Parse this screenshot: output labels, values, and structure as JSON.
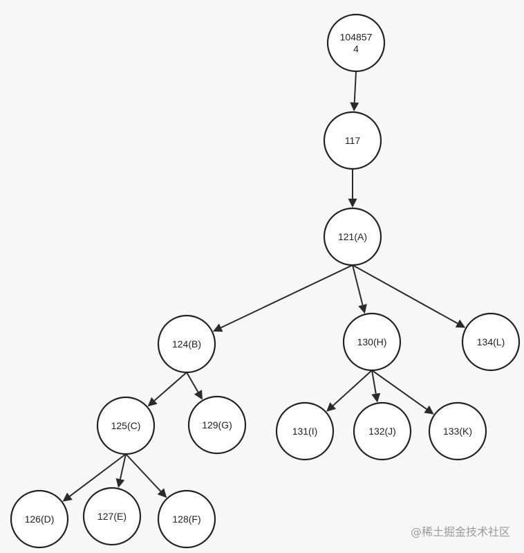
{
  "diagram": {
    "type": "tree",
    "nodes": [
      {
        "id": "root",
        "lines": [
          "104857",
          "4"
        ]
      },
      {
        "id": "n117",
        "lines": [
          "117"
        ]
      },
      {
        "id": "A",
        "lines": [
          "121(A)"
        ]
      },
      {
        "id": "B",
        "lines": [
          "124(B)"
        ]
      },
      {
        "id": "H",
        "lines": [
          "130(H)"
        ]
      },
      {
        "id": "L",
        "lines": [
          "134(L)"
        ]
      },
      {
        "id": "C",
        "lines": [
          "125(C)"
        ]
      },
      {
        "id": "G",
        "lines": [
          "129(G)"
        ]
      },
      {
        "id": "I",
        "lines": [
          "131(I)"
        ]
      },
      {
        "id": "J",
        "lines": [
          "132(J)"
        ]
      },
      {
        "id": "K",
        "lines": [
          "133(K)"
        ]
      },
      {
        "id": "D",
        "lines": [
          "126(D)"
        ]
      },
      {
        "id": "E",
        "lines": [
          "127(E)"
        ]
      },
      {
        "id": "F",
        "lines": [
          "128(F)"
        ]
      }
    ],
    "edges": [
      {
        "from": "root",
        "to": "n117"
      },
      {
        "from": "n117",
        "to": "A"
      },
      {
        "from": "A",
        "to": "B"
      },
      {
        "from": "A",
        "to": "H"
      },
      {
        "from": "A",
        "to": "L"
      },
      {
        "from": "B",
        "to": "C"
      },
      {
        "from": "B",
        "to": "G"
      },
      {
        "from": "H",
        "to": "I"
      },
      {
        "from": "H",
        "to": "J"
      },
      {
        "from": "H",
        "to": "K"
      },
      {
        "from": "C",
        "to": "D"
      },
      {
        "from": "C",
        "to": "E"
      },
      {
        "from": "C",
        "to": "F"
      }
    ]
  },
  "watermark": "@稀土掘金技术社区"
}
